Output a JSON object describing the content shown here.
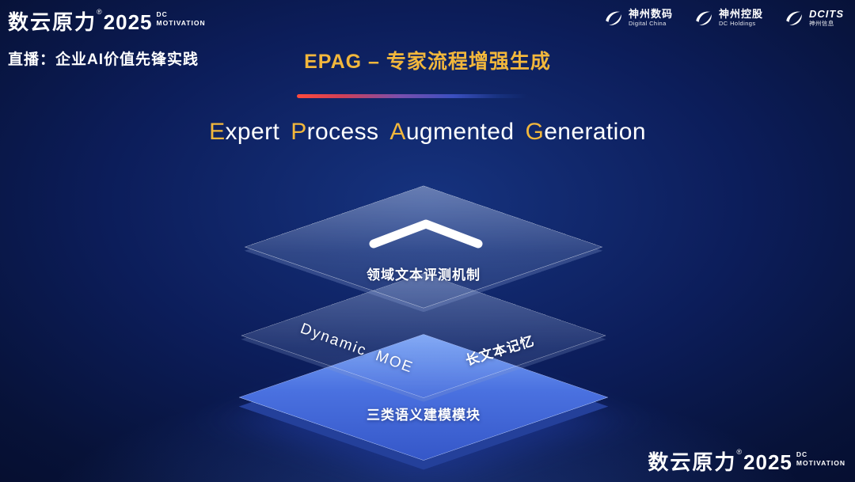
{
  "header": {
    "brand": {
      "name": "数云原力",
      "reg": "®",
      "year": "2025",
      "tag1": "DC",
      "tag2": "MOTIVATION"
    },
    "live_label": "直播：企业AI价值先锋实践",
    "title": "EPAG – 专家流程增强生成",
    "partners": [
      {
        "name": "神州数码",
        "sub": "Digital China"
      },
      {
        "name": "神州控股",
        "sub": "DC Holdings"
      },
      {
        "name": "DCITS",
        "sub": "神州信息"
      }
    ]
  },
  "main": {
    "heading": {
      "words": [
        {
          "first": "E",
          "rest": "xpert"
        },
        {
          "first": "P",
          "rest": "rocess"
        },
        {
          "first": "A",
          "rest": "ugmented"
        },
        {
          "first": "G",
          "rest": "eneration"
        }
      ]
    },
    "diagram": {
      "top_layer_label": "领域文本评测机制",
      "middle_layer_left_label": "Dynamic MOE",
      "middle_layer_right_label": "长文本记忆",
      "bottom_layer_label": "三类语义建模模块"
    }
  },
  "footer": {
    "brand": {
      "name": "数云原力",
      "reg": "®",
      "year": "2025",
      "tag1": "DC",
      "tag2": "MOTIVATION"
    }
  },
  "colors": {
    "accent_gold": "#f2b73c",
    "gradient_line_start": "#ff4a3c",
    "gradient_line_end": "#17317e",
    "layer_blue": "#4a71e0",
    "background": "#0c1d5a"
  }
}
